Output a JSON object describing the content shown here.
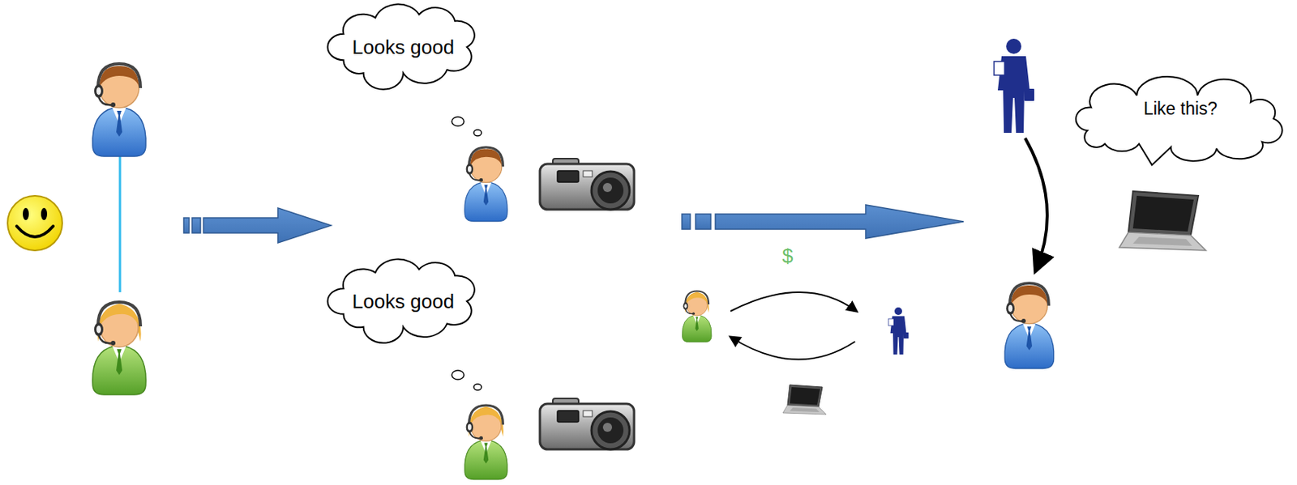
{
  "diagram": {
    "nodes": [
      {
        "text": [
          "Looks good"
        ]
      },
      {
        "text": [
          "Looks good"
        ]
      },
      {
        "text": [
          "Like this?"
        ]
      }
    ],
    "labels": [
      "$"
    ]
  }
}
